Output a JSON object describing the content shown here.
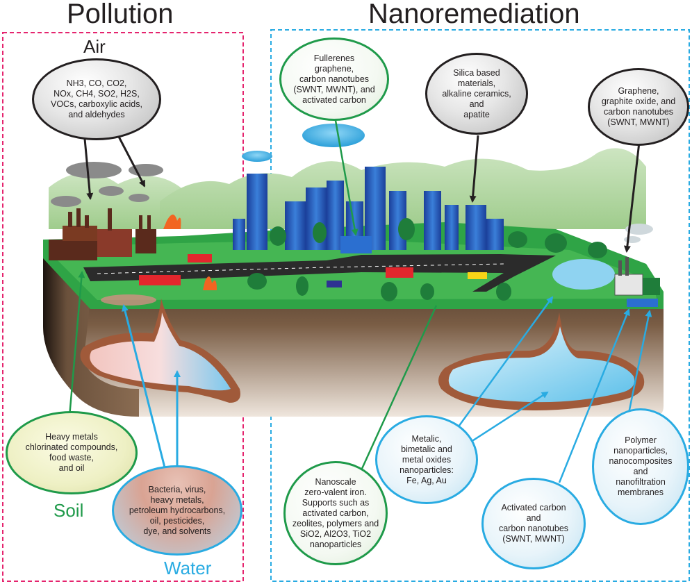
{
  "titles": {
    "pollution": "Pollution",
    "nanoremediation": "Nanoremediation"
  },
  "section_labels": {
    "air": "Air",
    "soil": "Soil",
    "water": "Water"
  },
  "bubbles": {
    "air_pollutants": [
      "NH3, CO, CO2,",
      "NOx, CH4, SO2, H2S,",
      "VOCs, carboxylic acids,",
      "and aldehydes"
    ],
    "soil_pollutants": [
      "Heavy metals",
      "chlorinated compounds,",
      "food waste,",
      "and oil"
    ],
    "water_pollutants": [
      "Bacteria, virus,",
      "heavy metals,",
      "petroleum hydrocarbons,",
      "oil, pesticides,",
      "dye, and solvents"
    ],
    "fullerenes": [
      "Fullerenes",
      "graphene,",
      "carbon nanotubes",
      "(SWNT, MWNT), and",
      "activated carbon"
    ],
    "silica": [
      "Silica based",
      "materials,",
      "alkaline ceramics,",
      "and",
      "apatite"
    ],
    "graphene": [
      "Graphene,",
      "graphite oxide, and",
      "carbon nanotubes",
      "(SWNT, MWNT)"
    ],
    "nzvi": [
      "Nanoscale",
      "zero-valent iron.",
      "Supports such as",
      "activated carbon,",
      "zeolites, polymers and",
      "SiO2, Al2O3, TiO2",
      "nanoparticles"
    ],
    "metallic": [
      "Metalic,",
      "bimetalic and",
      "metal oxides",
      "nanoparticles:",
      "Fe, Ag, Au"
    ],
    "activated_carbon": [
      "Activated carbon",
      "and",
      "carbon nanotubes",
      "(SWNT, MWNT)"
    ],
    "polymer": [
      "Polymer",
      "nanoparticles,",
      "nanocomposites",
      "and",
      "nanofiltration",
      "membranes"
    ]
  },
  "colors": {
    "pollution_border": "#e5246e",
    "nanoremediation_border": "#29abe2",
    "soil_label": "#1f9a4a",
    "water_label": "#29abe2",
    "arrow_black": "#231f20",
    "arrow_green": "#1f9a4a",
    "arrow_blue": "#29abe2"
  }
}
